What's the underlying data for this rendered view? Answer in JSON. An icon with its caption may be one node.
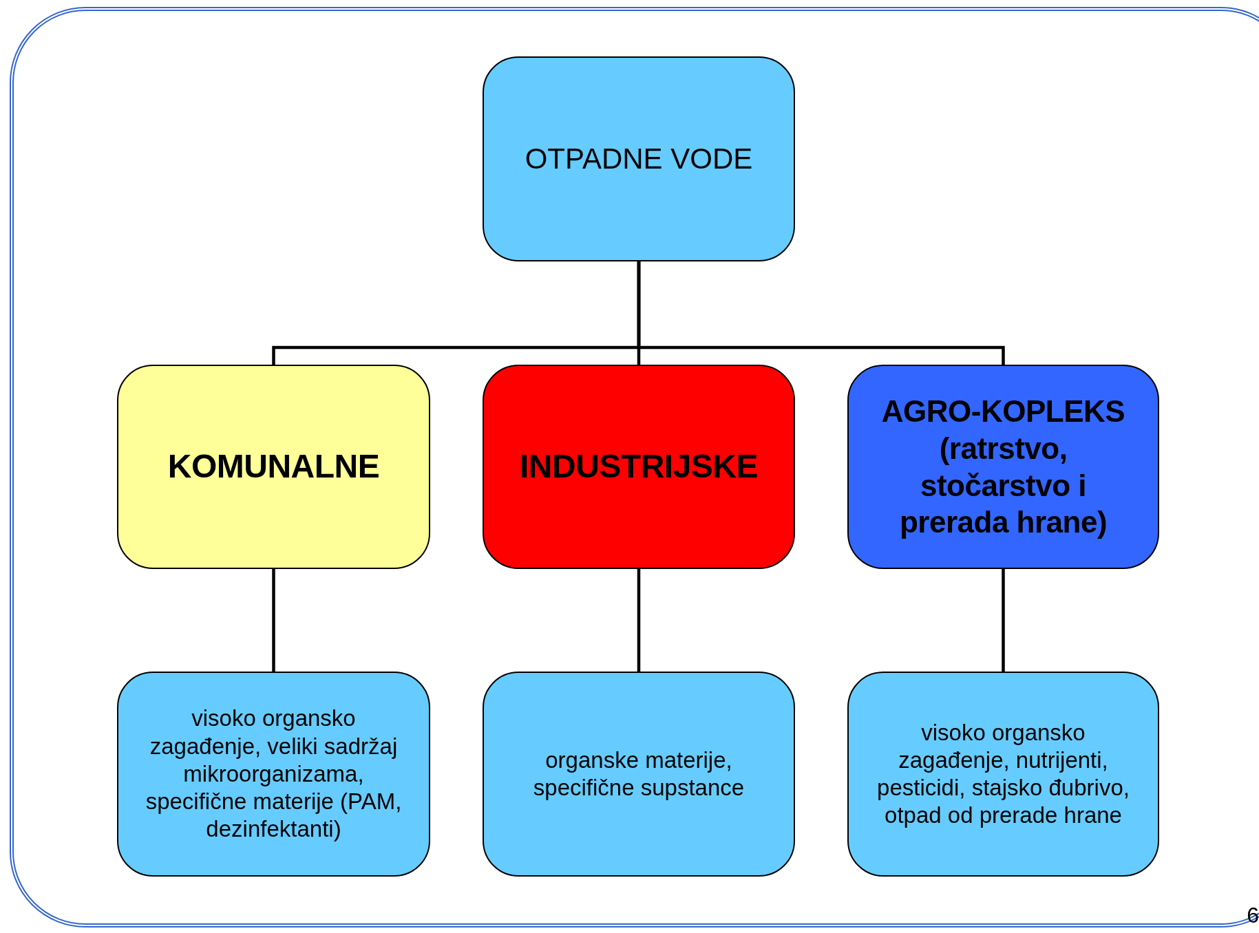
{
  "diagram": {
    "nodes": [
      {
        "text": [
          "OTPADNE VODE"
        ]
      },
      {
        "text": [
          "KOMUNALNE"
        ]
      },
      {
        "text": [
          "INDUSTRIJSKE"
        ]
      },
      {
        "text": [
          "AGRO-KOPLEKS (ratrstvo, stočarstvo i prerada hrane)"
        ]
      },
      {
        "text": [
          "visoko organsko zagađenje, veliki sadržaj mikroorganizama, specifične materije (PAM, dezinfektanti)"
        ]
      },
      {
        "text": [
          "organske materije, specifične supstance"
        ]
      },
      {
        "text": [
          "visoko organsko zagađenje, nutrijenti, pesticidi, stajsko đubrivo, otpad od prerade hrane"
        ]
      }
    ],
    "edges": [
      {
        "from": 0,
        "to": 1,
        "arrow": "none"
      },
      {
        "from": 0,
        "to": 2,
        "arrow": "none"
      },
      {
        "from": 0,
        "to": 3,
        "arrow": "none"
      },
      {
        "from": 1,
        "to": 4,
        "arrow": "none"
      },
      {
        "from": 2,
        "to": 5,
        "arrow": "none"
      },
      {
        "from": 3,
        "to": 6,
        "arrow": "none"
      }
    ],
    "labels": [
      "6"
    ]
  }
}
